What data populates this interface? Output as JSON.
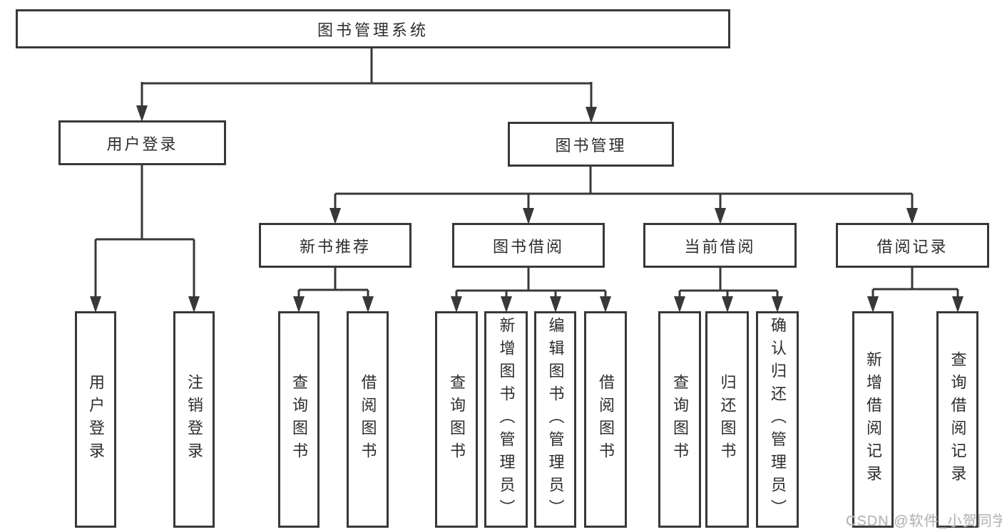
{
  "diagram": {
    "title": "图书管理系统",
    "type": "hierarchy-tree"
  },
  "tree": {
    "root": {
      "label": "图书管理系统"
    },
    "level2": [
      {
        "label": "用户登录"
      },
      {
        "label": "图书管理"
      }
    ],
    "level3": [
      {
        "label": "新书推荐",
        "parent": "图书管理"
      },
      {
        "label": "图书借阅",
        "parent": "图书管理"
      },
      {
        "label": "当前借阅",
        "parent": "图书管理"
      },
      {
        "label": "借阅记录",
        "parent": "图书管理"
      }
    ],
    "leaves": [
      {
        "label": "用户登录",
        "parent": "用户登录"
      },
      {
        "label": "注销登录",
        "parent": "用户登录"
      },
      {
        "label": "查询图书",
        "parent": "新书推荐"
      },
      {
        "label": "借阅图书",
        "parent": "新书推荐"
      },
      {
        "label": "查询图书",
        "parent": "图书借阅"
      },
      {
        "label": "新增图书（管理员）",
        "parent": "图书借阅"
      },
      {
        "label": "编辑图书（管理员）",
        "parent": "图书借阅"
      },
      {
        "label": "借阅图书",
        "parent": "图书借阅"
      },
      {
        "label": "查询图书",
        "parent": "当前借阅"
      },
      {
        "label": "归还图书",
        "parent": "当前借阅"
      },
      {
        "label": "确认归还（管理员）",
        "parent": "当前借阅"
      },
      {
        "label": "新增借阅记录",
        "parent": "借阅记录"
      },
      {
        "label": "查询借阅记录",
        "parent": "借阅记录"
      }
    ]
  },
  "watermark": {
    "text": "CSDN @软件_小贺同学",
    "color": "#b5b5b5"
  },
  "colors": {
    "background": "#ffffff",
    "box_border": "#383838",
    "connector_line": "#383838",
    "text": "#2d2d2d"
  }
}
